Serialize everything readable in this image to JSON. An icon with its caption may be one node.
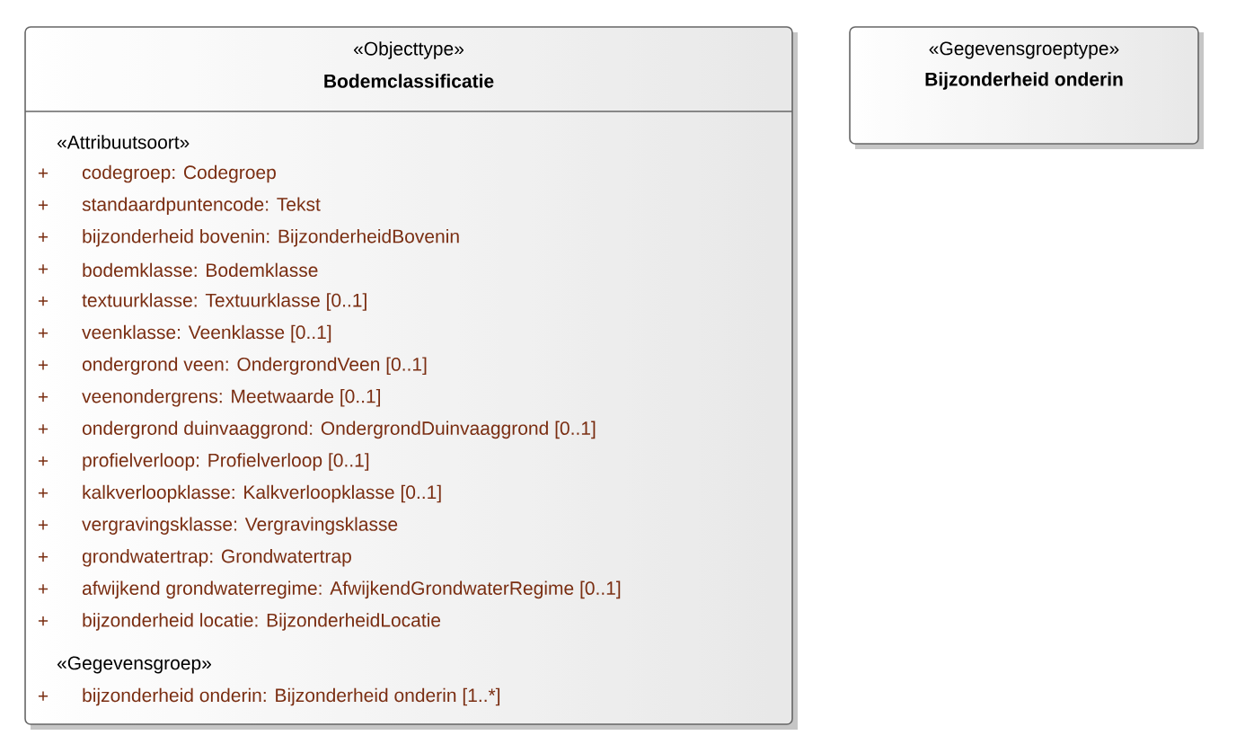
{
  "diagram": {
    "nodes": [
      {
        "text": [
          "«Objecttype»",
          "Bodemclassificatie",
          "«Attribuutsoort»",
          "codegroep: Codegroep",
          "standaardpuntencode: Tekst",
          "bijzonderheid bovenin: BijzonderheidBovenin",
          "bodemklasse: Bodemklasse",
          "textuurklasse: Textuurklasse [0..1]",
          "veenklasse: Veenklasse [0..1]",
          "ondergrond veen: OndergrondVeen [0..1]",
          "veenondergrens: Meetwaarde [0..1]",
          "ondergrond duinvaaggrond: OndergrondDuinvaaggrond [0..1]",
          "profielverloop: Profielverloop [0..1]",
          "kalkverloopklasse: Kalkverloopklasse [0..1]",
          "vergravingsklasse: Vergravingsklasse",
          "grondwatertrap: Grondwatertrap",
          "afwijkend grondwaterregime: AfwijkendGrondwaterRegime [0..1]",
          "bijzonderheid locatie: BijzonderheidLocatie",
          "«Gegevensgroep»",
          "bijzonderheid onderin: Bijzonderheid onderin [1..*]"
        ]
      },
      {
        "text": [
          "«Gegevensgroeptype»",
          "Bijzonderheid onderin"
        ]
      }
    ],
    "labels": [
      "+",
      "+",
      "+",
      "+",
      "+",
      "+",
      "+",
      "+",
      "+",
      "+",
      "+",
      "+",
      "+",
      "+",
      "+",
      "+"
    ]
  }
}
